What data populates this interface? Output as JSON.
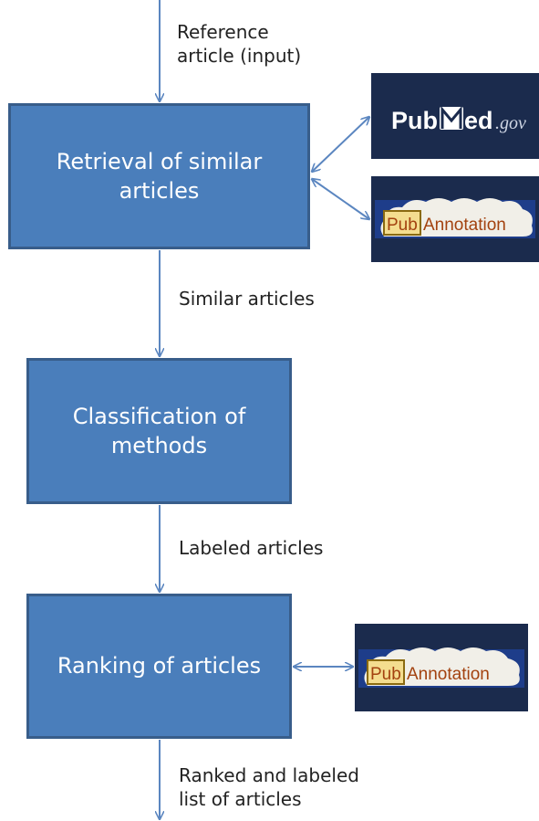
{
  "nodes": {
    "retrieval": "Retrieval of similar\narticles",
    "classification": "Classification of\nmethods",
    "ranking": "Ranking of articles"
  },
  "edge_labels": {
    "input": "Reference\narticle (input)",
    "similar": "Similar articles",
    "labeled": "Labeled articles",
    "output": "Ranked and labeled\nlist of articles"
  },
  "logos": {
    "pubmed": "PubMed.gov",
    "pubannotation": "PubAnnotation"
  },
  "colors": {
    "box_fill": "#4a7ebb",
    "box_border": "#385d8a",
    "arrow": "#5b86c0",
    "logo_bg": "#1b2b4d"
  }
}
